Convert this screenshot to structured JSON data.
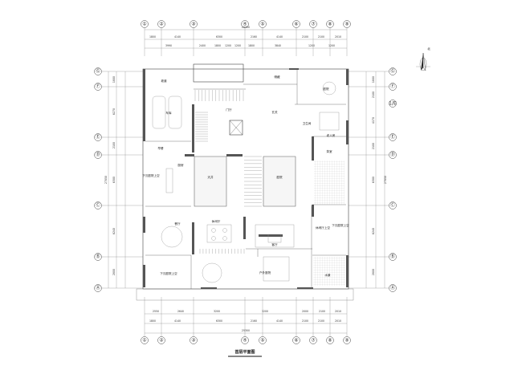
{
  "drawing": {
    "title": "首层平面图",
    "north_label": "北"
  },
  "axes": {
    "columns": [
      "①",
      "②",
      "③",
      "④",
      "⑤",
      "⑥",
      "⑦",
      "⑧",
      "⑨"
    ],
    "rows": [
      "Ⓐ",
      "Ⓑ",
      "Ⓒ",
      "Ⓓ",
      "Ⓔ",
      "Ⓕ",
      "Ⓖ"
    ],
    "row_extra": "1/E"
  },
  "dimensions": {
    "top_total": "25300",
    "top_spans": [
      "1800",
      "4140",
      "6300",
      "2160",
      "4140",
      "2100",
      "2100",
      "2010"
    ],
    "top_detail": [
      "3990",
      "2400",
      "1800",
      "1200",
      "1200",
      "1800",
      "3840",
      "1200",
      "1200"
    ],
    "bottom_detail": [
      "2550",
      "2640",
      "3200",
      "3200",
      "2000",
      "2100",
      "2010"
    ],
    "bottom_spans": [
      "1800",
      "4140",
      "6300",
      "2160",
      "4140",
      "2100",
      "2100",
      "2010"
    ],
    "bottom_total": "25300",
    "left_total": "27050",
    "left_spans": [
      "1800",
      "6270",
      "2100",
      "6300",
      "6240",
      "2800"
    ],
    "right_total": "27050",
    "right_spans": [
      "1800",
      "2100",
      "4170",
      "2100",
      "6300",
      "6240",
      "2800"
    ]
  },
  "rooms": {
    "garage_ramp": "坡道",
    "garage": "车库",
    "storage": "储藏",
    "courtyard_ne": "庭院",
    "foyer": "门厅",
    "entry": "玄关",
    "bath": "卫生间",
    "elder_room": "老人房",
    "tea_room": "茶室",
    "kitchen_nook": "早餐",
    "sunken_void_w": "下沉庭院上空",
    "kitchen": "厨房",
    "patio": "天井",
    "garden": "庭院",
    "dining": "餐厅",
    "leisure": "休闲厅",
    "living": "客厅",
    "void_e": "休闲厅上空",
    "sunken_void_e": "下沉庭院上空",
    "outdoor_court": "户外庭院",
    "sunken_void_s": "下沉庭院上空",
    "terrace": "水景"
  }
}
